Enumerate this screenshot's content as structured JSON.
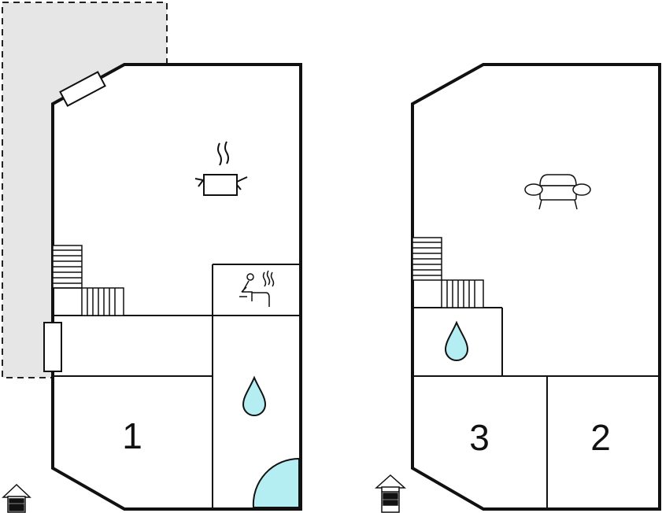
{
  "floorplan": {
    "ground_floor": {
      "bedroom_label": "1",
      "icons": [
        "kitchen-pot-icon",
        "sauna-icon",
        "water-drop-icon",
        "shower-quarter-circle-icon",
        "stairs-icon",
        "entrance-icon"
      ]
    },
    "upper_floor": {
      "bedroom_labels": [
        "3",
        "2"
      ],
      "icons": [
        "sofa-icon",
        "water-drop-icon",
        "stairs-icon",
        "floor-indicator-icon"
      ]
    },
    "colors": {
      "wall": "#111111",
      "terrace_fill": "#e6e6e6",
      "water": "#b5eef2"
    }
  }
}
